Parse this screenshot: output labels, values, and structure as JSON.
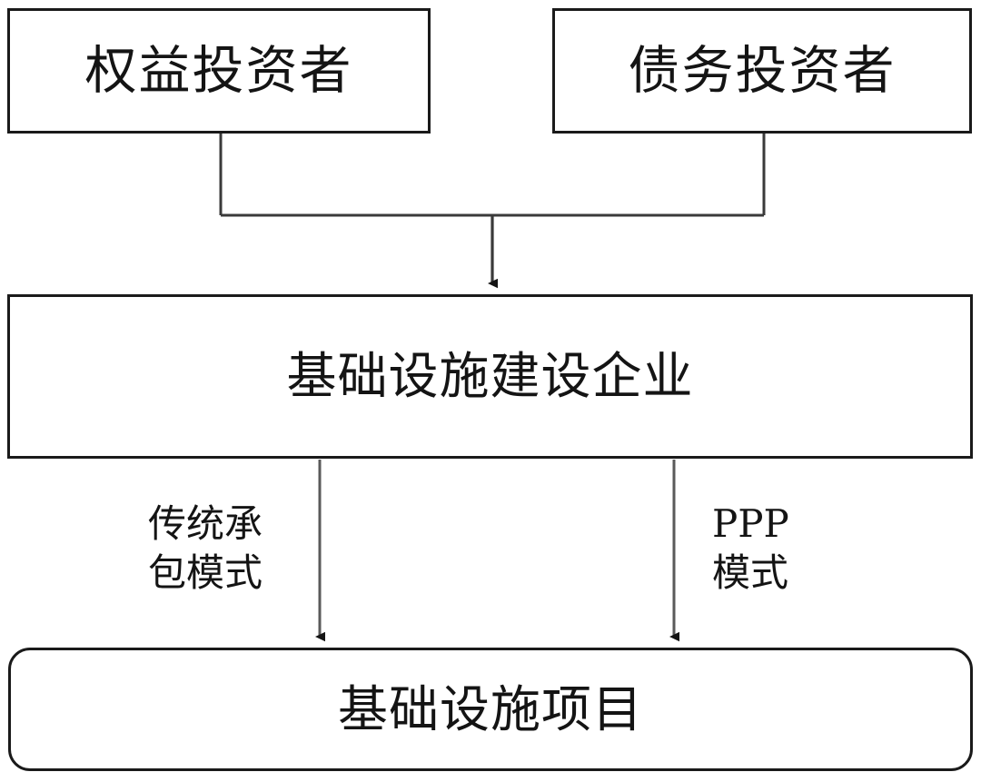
{
  "diagram": {
    "title": "",
    "background_color": "#ffffff",
    "stroke_color": "#1a1a1a",
    "text_color": "#141414",
    "nodes": [
      {
        "id": "equity-investors",
        "label": "权益投资者",
        "shape": "rectangle"
      },
      {
        "id": "debt-investors",
        "label": "债务投资者",
        "shape": "rectangle"
      },
      {
        "id": "infrastructure-enterprise",
        "label": "基础设施建设企业",
        "shape": "rectangle"
      },
      {
        "id": "infrastructure-project",
        "label": "基础设施项目",
        "shape": "rounded-rectangle"
      }
    ],
    "edges": [
      {
        "id": "equity-to-enterprise",
        "from": "equity-investors",
        "to": "infrastructure-enterprise",
        "label": "",
        "arrow": true
      },
      {
        "id": "debt-to-enterprise",
        "from": "debt-investors",
        "to": "infrastructure-enterprise",
        "label": "",
        "arrow": true
      },
      {
        "id": "enterprise-to-project-traditional",
        "from": "infrastructure-enterprise",
        "to": "infrastructure-project",
        "label": "传统承\n包模式",
        "arrow": true
      },
      {
        "id": "enterprise-to-project-ppp",
        "from": "infrastructure-enterprise",
        "to": "infrastructure-project",
        "label": "PPP\n模式",
        "arrow": true
      }
    ]
  }
}
